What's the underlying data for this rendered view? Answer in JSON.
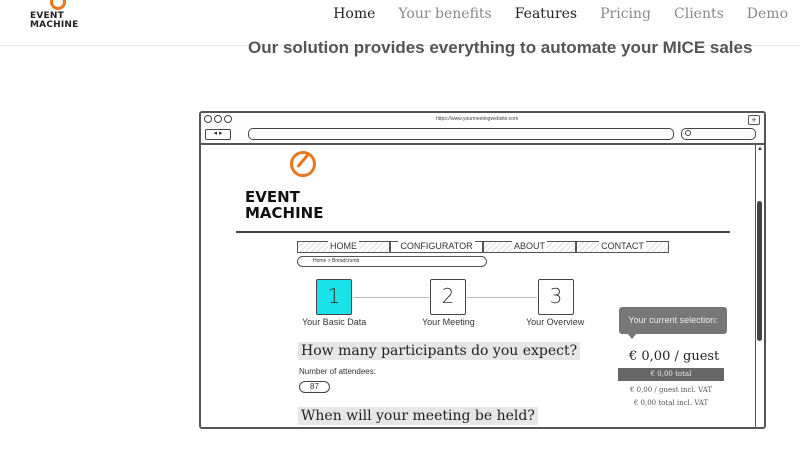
{
  "topbar": {
    "logo_line1": "EVENT",
    "logo_line2": "MACHINE",
    "nav": [
      "Home",
      "Your benefits",
      "Features",
      "Pricing",
      "Clients",
      "Demo"
    ]
  },
  "headline": "Our solution provides everything to automate your MICE sales",
  "mockup": {
    "url": "https://www.yourmeetingwebsite.com",
    "plus": "+",
    "arrows": "◂ ▸",
    "logo_line1": "EVENT",
    "logo_line2": "MACHINE",
    "menu": [
      "HOME",
      "CONFIGURATOR",
      "ABOUT",
      "CONTACT"
    ],
    "breadcrumb": "Home > Breadcrumb",
    "steps": [
      {
        "number": "1",
        "label": "Your Basic Data"
      },
      {
        "number": "2",
        "label": "Your Meeting"
      },
      {
        "number": "3",
        "label": "Your Overview"
      }
    ],
    "question1": "How many participants do you expect?",
    "attendees_label": "Number of attendees:",
    "attendees_value": "87",
    "question2": "When will your meeting be held?",
    "selection_tooltip": "Your current selection:",
    "price_per_guest": "€ 0,00 / guest",
    "total": "€ 0,00 total",
    "guest_vat": "€ 0,00 / guest incl. VAT",
    "total_vat": "€ 0,00 total incl. VAT",
    "accent_color": "#19e3e8",
    "brand_color": "#e87722"
  }
}
